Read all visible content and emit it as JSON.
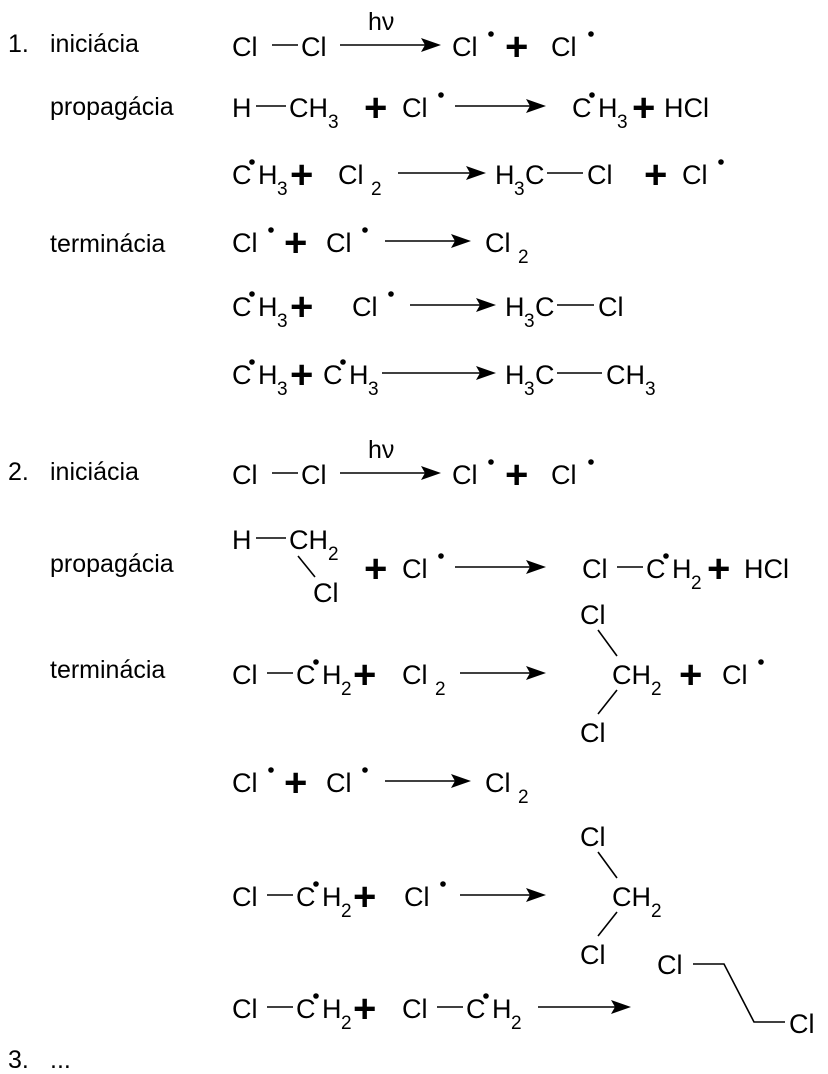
{
  "steps": [
    {
      "number": "1.",
      "initiation": "iniciácia",
      "propagation": "propagácia",
      "termination": "terminácia"
    },
    {
      "number": "2.",
      "initiation": "iniciácia",
      "propagation": "propagácia",
      "termination": "terminácia"
    },
    {
      "number": "3.",
      "ellipsis": "..."
    }
  ],
  "atoms": {
    "Cl": "Cl",
    "C": "C",
    "H": "H",
    "HCl": "HCl",
    "H3C": "H₃C",
    "CH": "CH",
    "sub2": "2",
    "sub3": "3"
  },
  "condition": "hν",
  "plus": "+"
}
